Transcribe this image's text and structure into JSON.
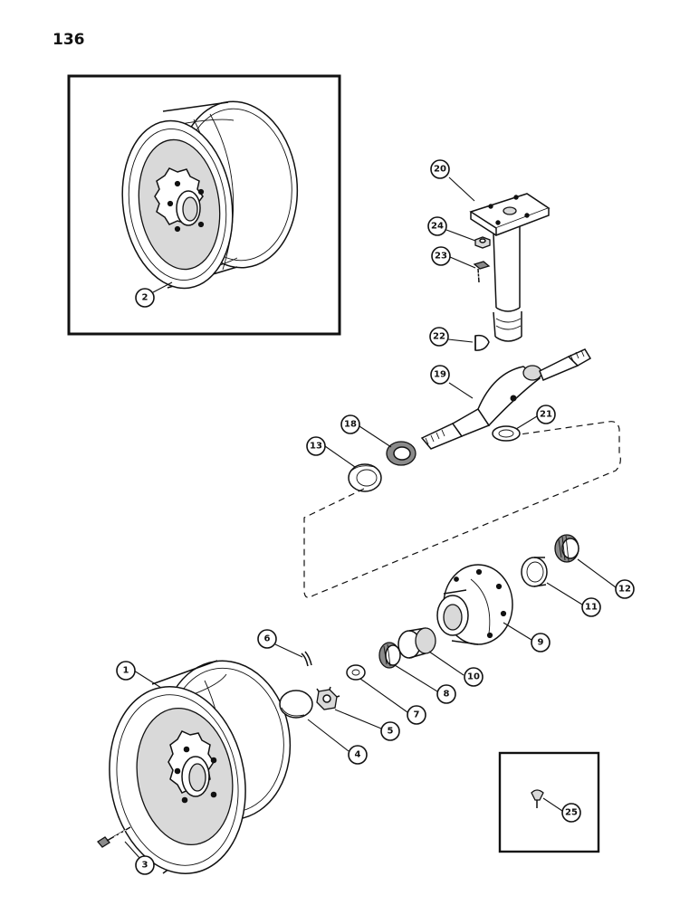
{
  "page": {
    "number": "136"
  },
  "callouts": [
    {
      "id": "1",
      "label": "1"
    },
    {
      "id": "2",
      "label": "2"
    },
    {
      "id": "3",
      "label": "3"
    },
    {
      "id": "4",
      "label": "4"
    },
    {
      "id": "5",
      "label": "5"
    },
    {
      "id": "6",
      "label": "6"
    },
    {
      "id": "7",
      "label": "7"
    },
    {
      "id": "8",
      "label": "8"
    },
    {
      "id": "9",
      "label": "9"
    },
    {
      "id": "10",
      "label": "10"
    },
    {
      "id": "11",
      "label": "11"
    },
    {
      "id": "12",
      "label": "12"
    },
    {
      "id": "13",
      "label": "13"
    },
    {
      "id": "18",
      "label": "18"
    },
    {
      "id": "19",
      "label": "19"
    },
    {
      "id": "20",
      "label": "20"
    },
    {
      "id": "21",
      "label": "21"
    },
    {
      "id": "22",
      "label": "22"
    },
    {
      "id": "23",
      "label": "23"
    },
    {
      "id": "24",
      "label": "24"
    },
    {
      "id": "25",
      "label": "25"
    }
  ],
  "parts": [
    {
      "name": "wheel-rim-inset-icon"
    },
    {
      "name": "wheel-rim-icon"
    },
    {
      "name": "wheel-bolt-icon"
    },
    {
      "name": "hub-cap-icon"
    },
    {
      "name": "castle-nut-icon"
    },
    {
      "name": "cotter-pin-icon"
    },
    {
      "name": "washer-icon"
    },
    {
      "name": "outer-bearing-cone-icon"
    },
    {
      "name": "outer-bearing-cup-icon"
    },
    {
      "name": "wheel-hub-icon"
    },
    {
      "name": "inner-bearing-cup-icon"
    },
    {
      "name": "inner-bearing-cone-icon"
    },
    {
      "name": "oil-seal-icon"
    },
    {
      "name": "dust-shield-icon"
    },
    {
      "name": "spindle-icon"
    },
    {
      "name": "thrust-washer-icon"
    },
    {
      "name": "woodruff-key-icon"
    },
    {
      "name": "spindle-arm-icon"
    },
    {
      "name": "cap-screw-icon"
    },
    {
      "name": "lock-nut-icon"
    },
    {
      "name": "grease-fitting-icon"
    }
  ]
}
